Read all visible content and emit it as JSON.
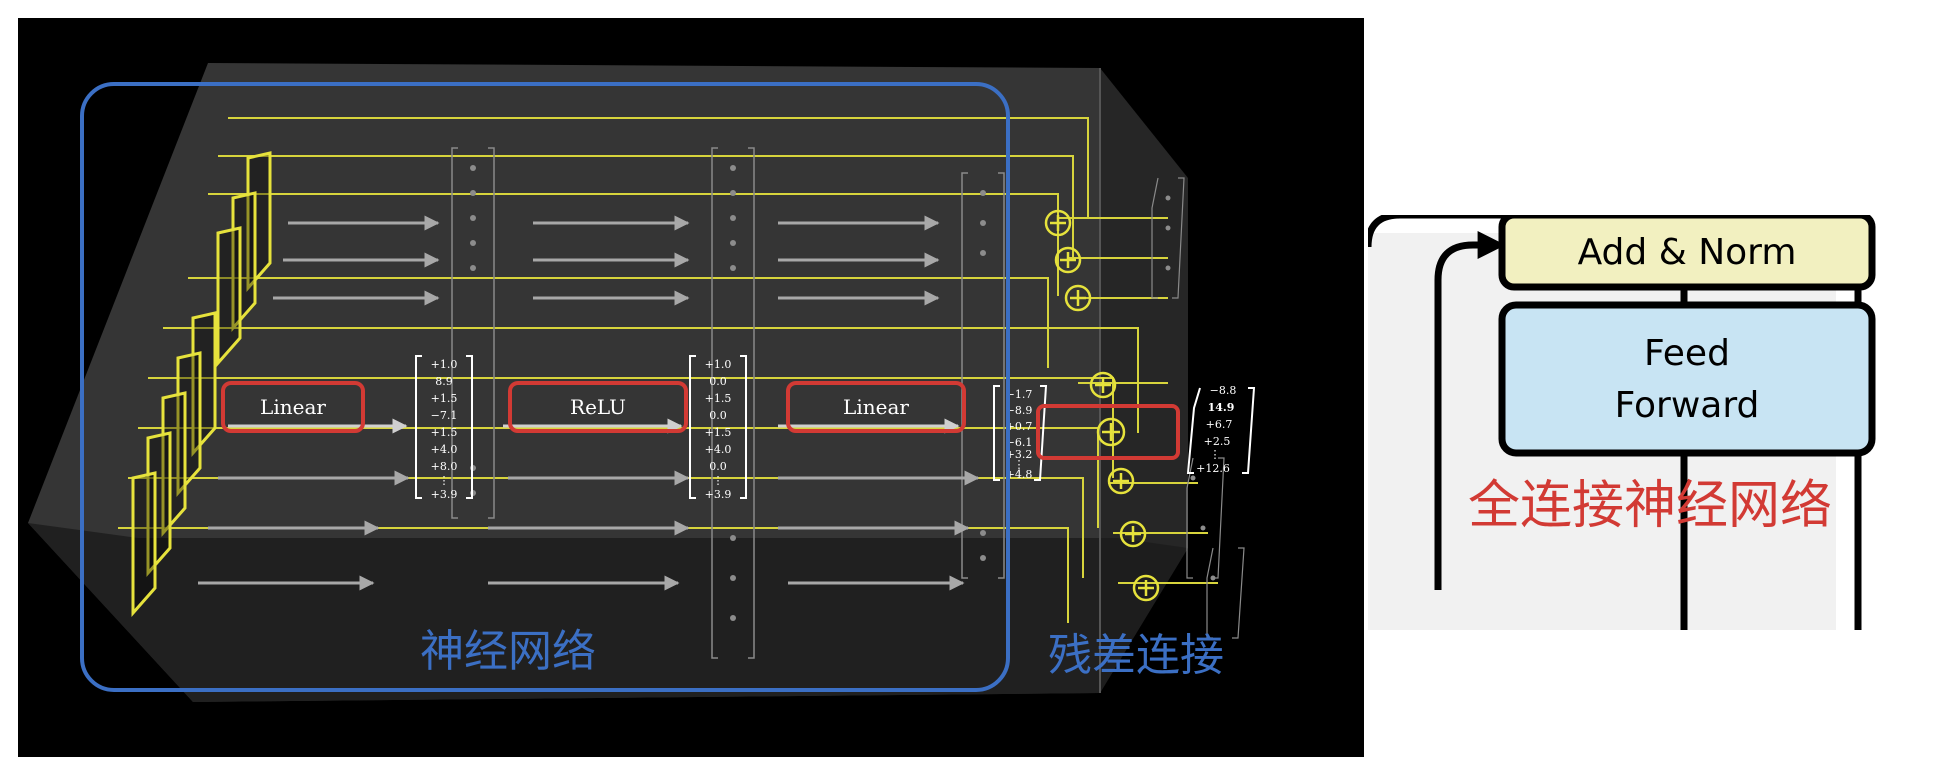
{
  "left_diagram": {
    "ops": [
      "Linear",
      "ReLU",
      "Linear"
    ],
    "vec_input": [
      "+1.0",
      "8.9",
      "+1.5",
      "−7.1",
      "+1.5",
      "+4.0",
      "+8.0",
      "⋮",
      "+3.9"
    ],
    "vec_relu": [
      "+1.0",
      "0.0",
      "+1.5",
      "0.0",
      "+1.5",
      "+4.0",
      "0.0",
      "⋮",
      "+3.9"
    ],
    "vec_mlp_out": [
      "−1.7",
      "−8.9",
      "+0.7",
      "−6.1",
      "+3.2",
      "⋮",
      "+4.8"
    ],
    "vec_result": [
      "−8.8",
      "14.9",
      "+6.7",
      "+2.5",
      "⋮",
      "+12.6"
    ],
    "label_network": "神经网络",
    "label_residual": "残差连接"
  },
  "right_diagram": {
    "add_norm": "Add & Norm",
    "feed_forward_line1": "Feed",
    "feed_forward_line2": "Forward",
    "annotation": "全连接神经网络"
  },
  "colors": {
    "yellow": "#d7d43c",
    "blue": "#3b6fc4",
    "red": "#d23a34",
    "add_norm_fill": "#f2f0c0",
    "ff_fill": "#c8e4f3",
    "panel_bg": "#f1f1f1"
  }
}
